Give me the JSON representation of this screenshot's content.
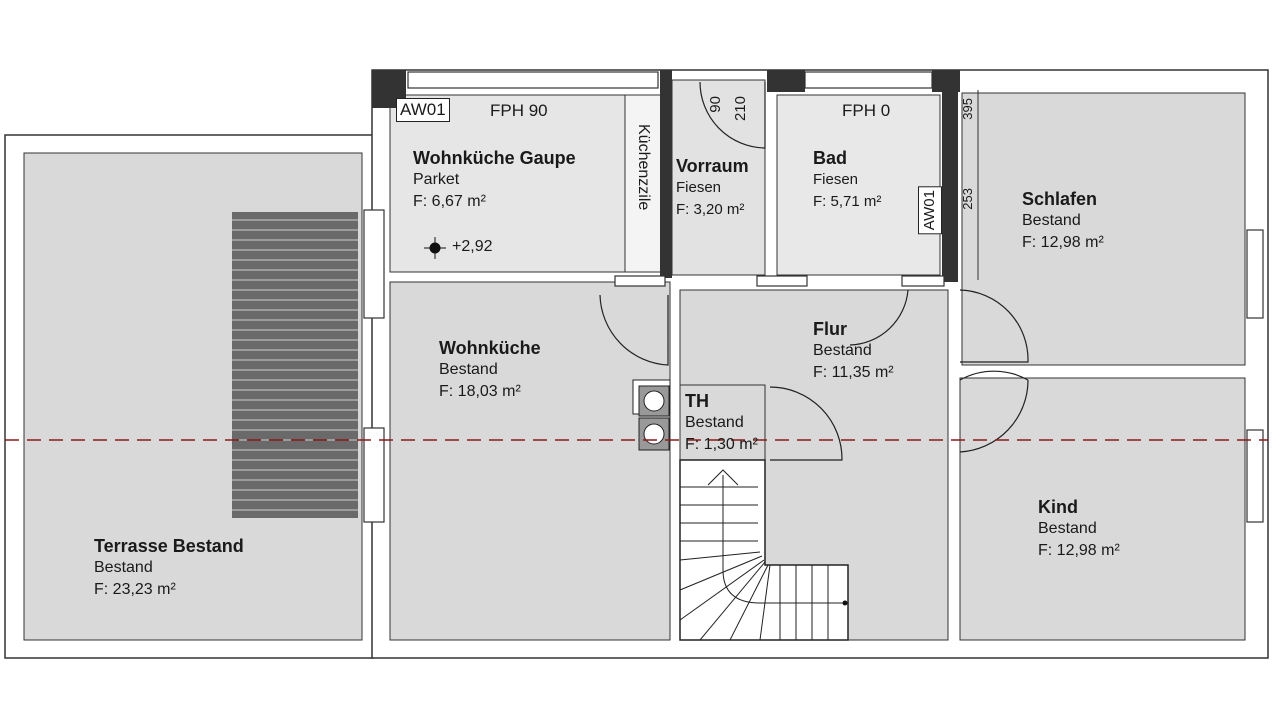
{
  "rooms": {
    "terrasse": {
      "name": "Terrasse Bestand",
      "floor": "Bestand",
      "area": "F: 23,23 m²"
    },
    "wohnkueche_gaupe": {
      "name": "Wohnküche Gaupe",
      "floor": "Parket",
      "area": "F: 6,67 m²"
    },
    "vorraum": {
      "name": "Vorraum",
      "floor": "Fiesen",
      "area": "F: 3,20 m²"
    },
    "bad": {
      "name": "Bad",
      "floor": "Fiesen",
      "area": "F: 5,71 m²"
    },
    "schlafen": {
      "name": "Schlafen",
      "floor": "Bestand",
      "area": "F: 12,98 m²"
    },
    "wohnkueche": {
      "name": "Wohnküche",
      "floor": "Bestand",
      "area": "F: 18,03 m²"
    },
    "flur": {
      "name": "Flur",
      "floor": "Bestand",
      "area": "F: 11,35 m²"
    },
    "th": {
      "name": "TH",
      "floor": "Bestand",
      "area": "F: 1,30 m²"
    },
    "kind": {
      "name": "Kind",
      "floor": "Bestand",
      "area": "F: 12,98 m²"
    }
  },
  "annotations": {
    "aw01_top": "AW01",
    "aw01_bad": "AW01",
    "fph_gaupe": "FPH 90",
    "fph_bad": "FPH 0",
    "kuechenzeile": "Küchenzzile",
    "door_width": "90",
    "door_height": "210",
    "level": "+2,92",
    "dim_395": "395",
    "dim_253": "253"
  },
  "colors": {
    "floor": "#d9d9d9",
    "wall": "#ffffff",
    "line": "#222222",
    "axis": "#8b1a1a"
  }
}
